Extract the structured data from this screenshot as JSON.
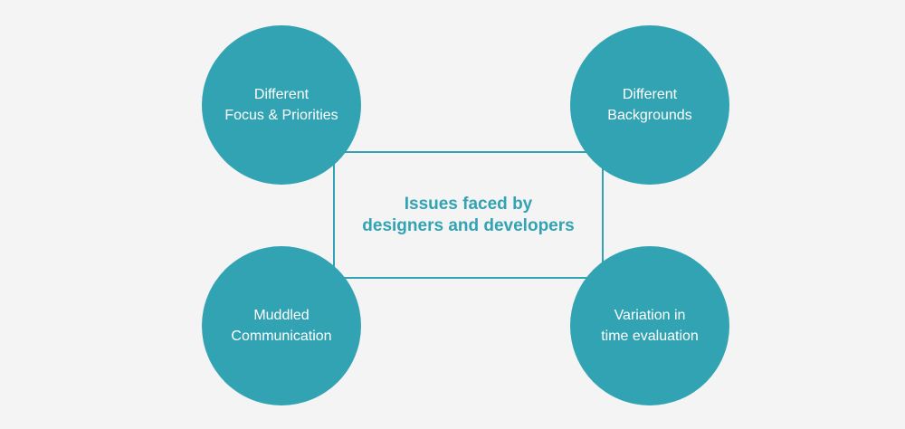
{
  "diagram": {
    "center": {
      "title": "Issues faced by\ndesigners and developers"
    },
    "issues": [
      {
        "label": "Different\nFocus & Priorities"
      },
      {
        "label": "Different\nBackgrounds"
      },
      {
        "label": "Muddled\nCommunication"
      },
      {
        "label": "Variation in\ntime evaluation"
      }
    ]
  },
  "colors": {
    "accent": "#31a3b3",
    "background": "#f4f4f4",
    "circle_text": "#ffffff"
  }
}
